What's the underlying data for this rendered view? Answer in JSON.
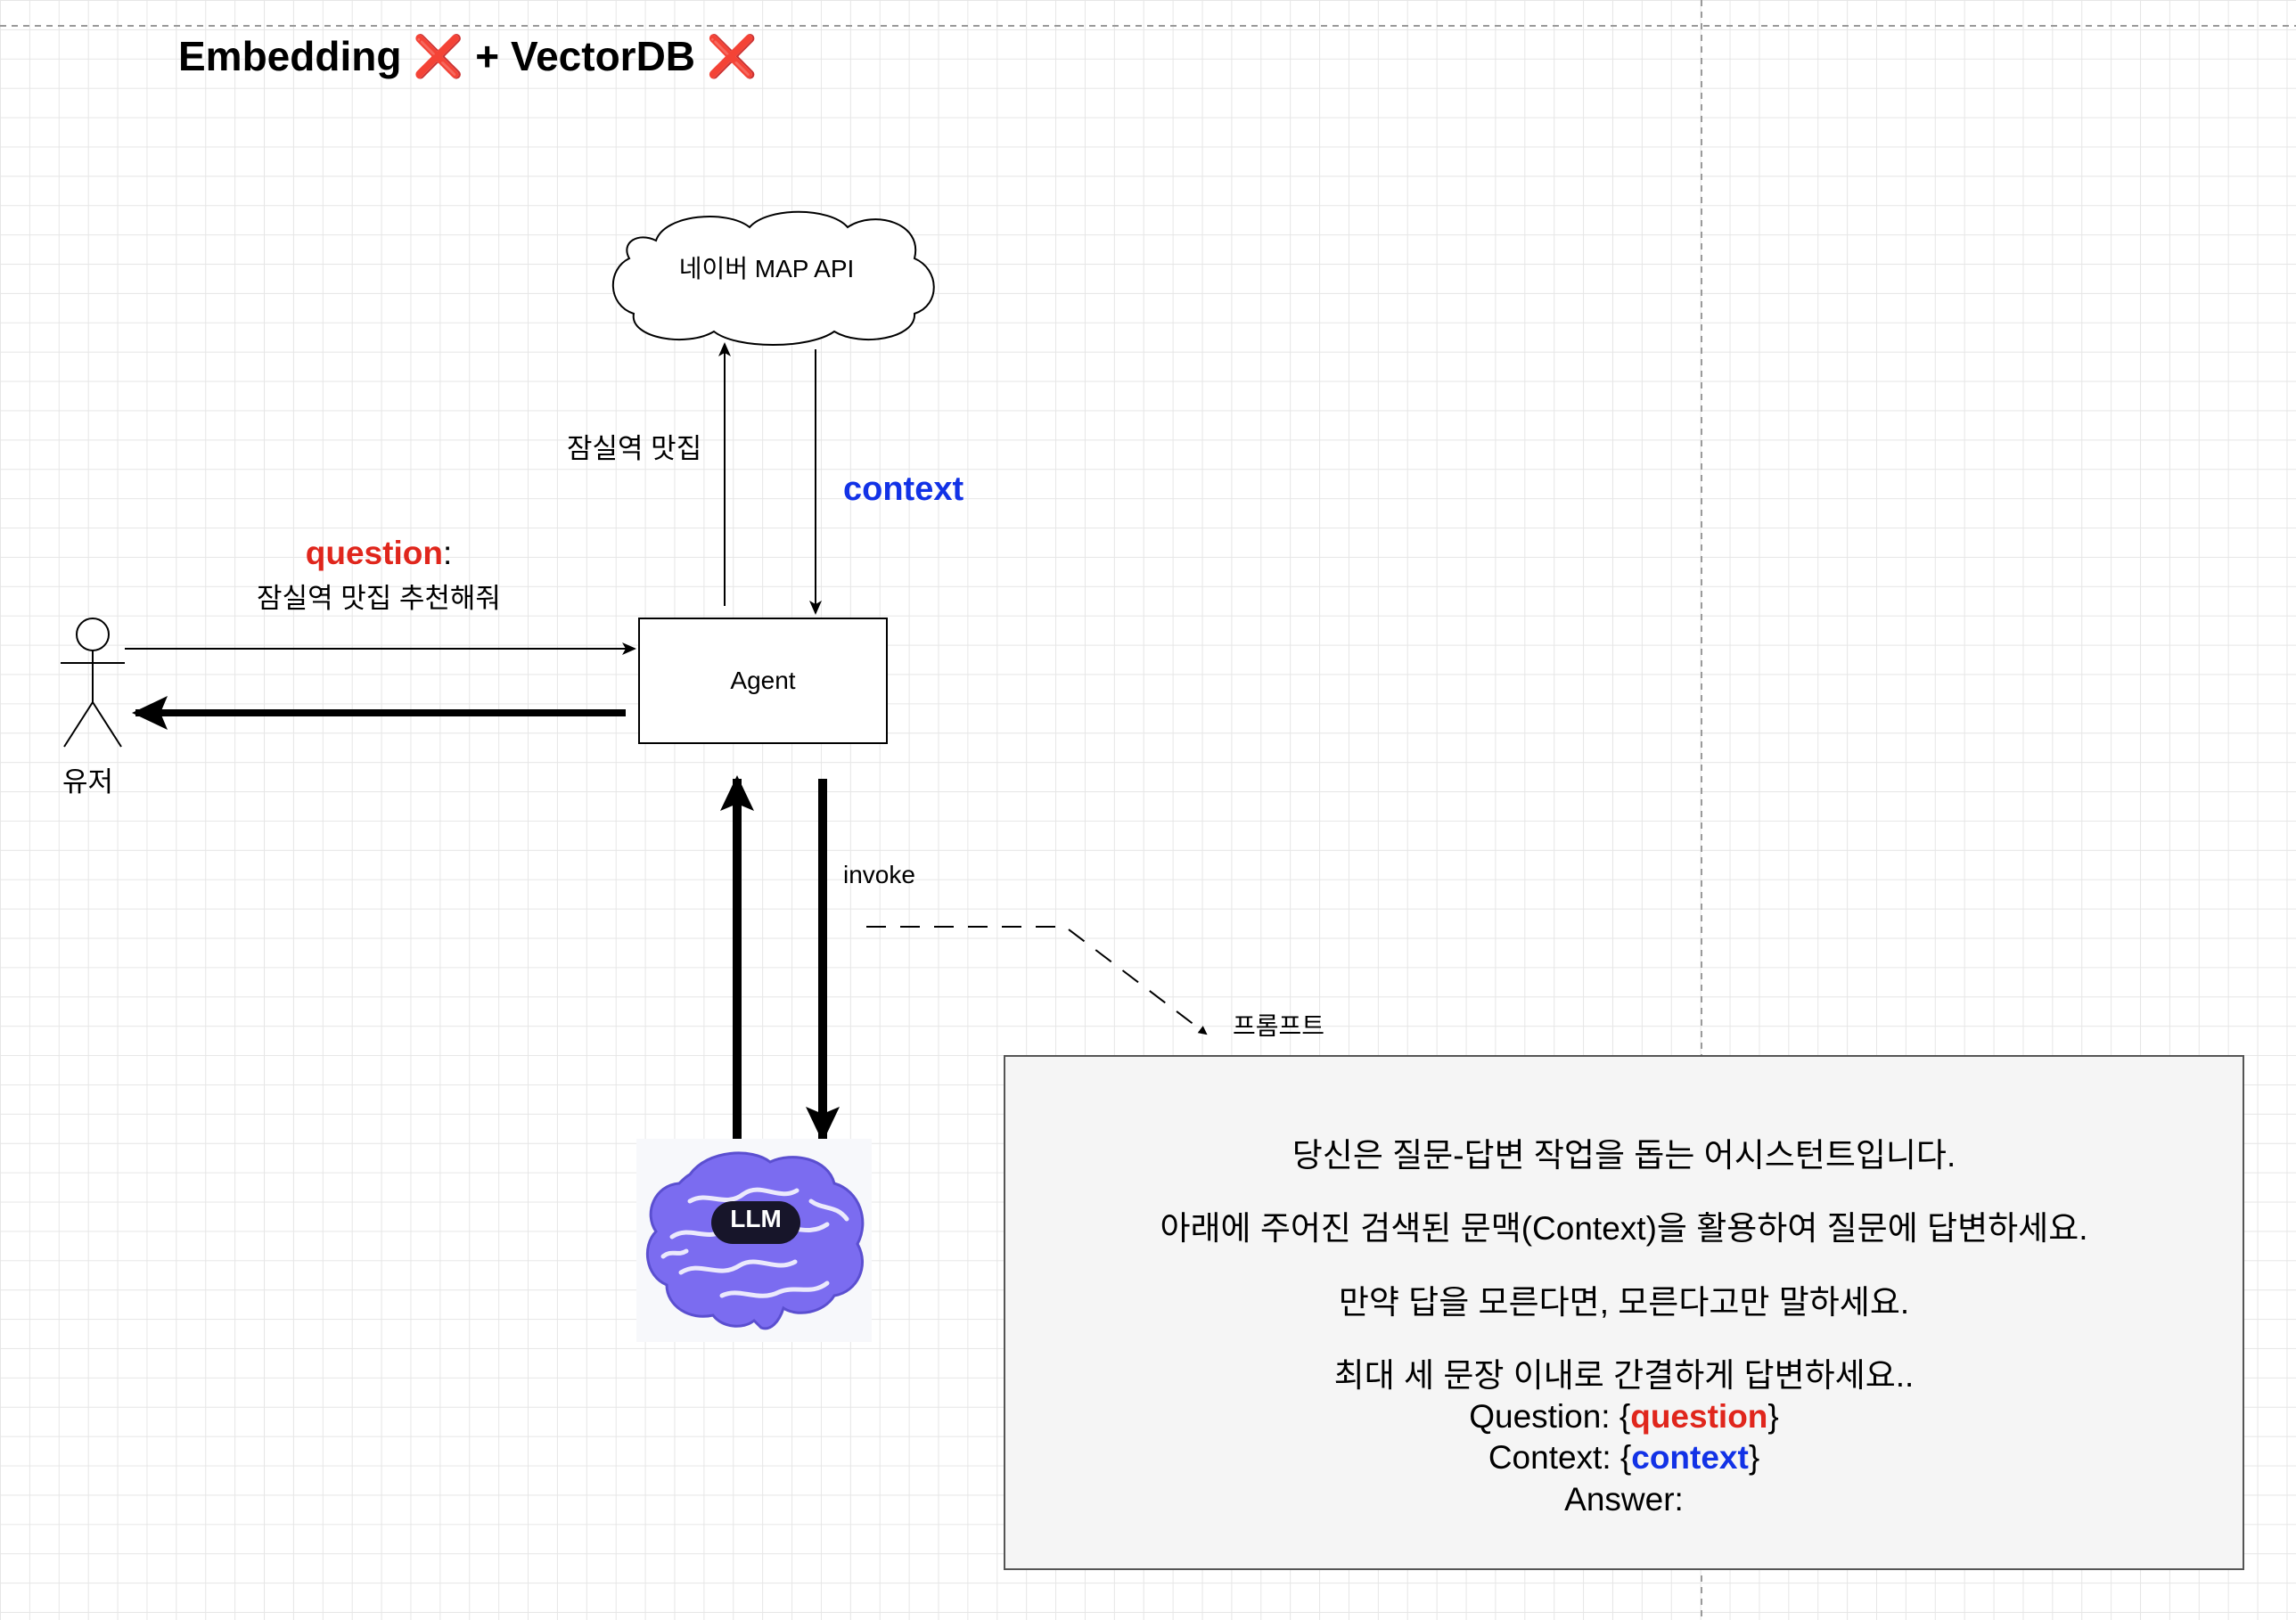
{
  "title": {
    "embedding": "Embedding",
    "x1": "❌",
    "plus": "+",
    "vectordb": "VectorDB",
    "x2": "❌"
  },
  "cloud": {
    "label": "네이버 MAP API"
  },
  "edges": {
    "query_label": "잠실역 맛집",
    "context_label": "context",
    "invoke_label": "invoke"
  },
  "question": {
    "key": "question",
    "colon": ":",
    "text": "잠실역 맛집 추천해줘"
  },
  "agent": {
    "label": "Agent"
  },
  "user": {
    "label": "유저"
  },
  "llm": {
    "label": "LLM"
  },
  "prompt": {
    "label": "프롬프트",
    "line1": "당신은 질문-답변 작업을 돕는 어시스턴트입니다.",
    "line2": "아래에 주어진 검색된 문맥(Context)을 활용하여 질문에 답변하세요.",
    "line3": "만약 답을 모른다면, 모른다고만 말하세요.",
    "line4": "최대 세 문장 이내로 간결하게 답변하세요..",
    "question_prefix": "Question: {",
    "question_key": "question",
    "question_suffix": "}",
    "context_prefix": "Context: {",
    "context_key": "context",
    "context_suffix": "}",
    "answer": "Answer:"
  },
  "colors": {
    "red": "#e0261c",
    "blue": "#1232e6",
    "brain": "#7b6cf0",
    "grid": "#e6e6e6",
    "prompt_bg": "#f5f5f5"
  }
}
